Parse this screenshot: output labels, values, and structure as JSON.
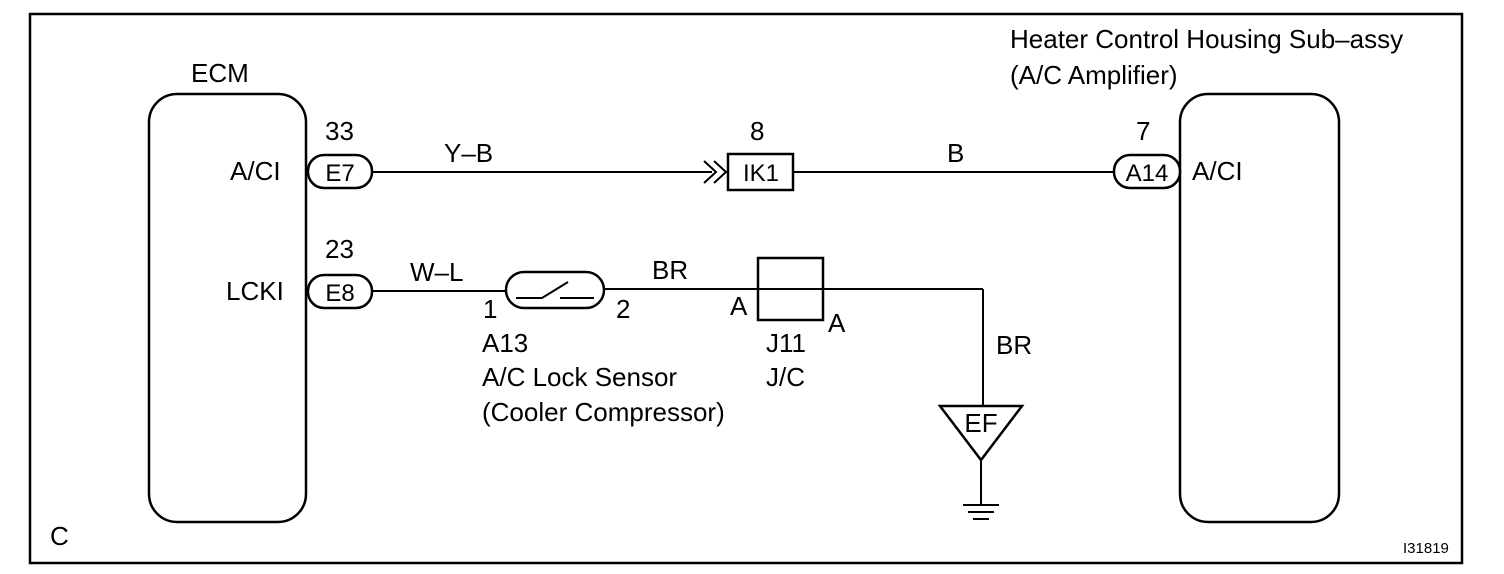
{
  "frame": {
    "corner_label": "C",
    "figure_id": "I31819"
  },
  "ecm": {
    "title": "ECM",
    "pins": [
      {
        "signal": "A/CI",
        "connector": "E7",
        "pin": "33"
      },
      {
        "signal": "LCKI",
        "connector": "E8",
        "pin": "23"
      }
    ]
  },
  "amplifier": {
    "title_line1": "Heater Control Housing Sub–assy",
    "title_line2": "(A/C Amplifier)",
    "connector": "A14",
    "pin": "7",
    "signal": "A/CI"
  },
  "wires": {
    "ecm_to_ik1": "Y–B",
    "ik1_to_amp": "B",
    "ecm_to_sensor": "W–L",
    "sensor_to_jc": "BR",
    "jc_to_ground": "BR"
  },
  "inline_connector": {
    "name": "IK1",
    "pin": "8"
  },
  "lock_sensor": {
    "pin_left": "1",
    "pin_right": "2",
    "code": "A13",
    "name": "A/C Lock Sensor",
    "sub_name": "(Cooler Compressor)"
  },
  "junction": {
    "code": "J11",
    "type": "J/C",
    "pin_left": "A",
    "pin_right": "A"
  },
  "ground": {
    "label": "EF"
  }
}
